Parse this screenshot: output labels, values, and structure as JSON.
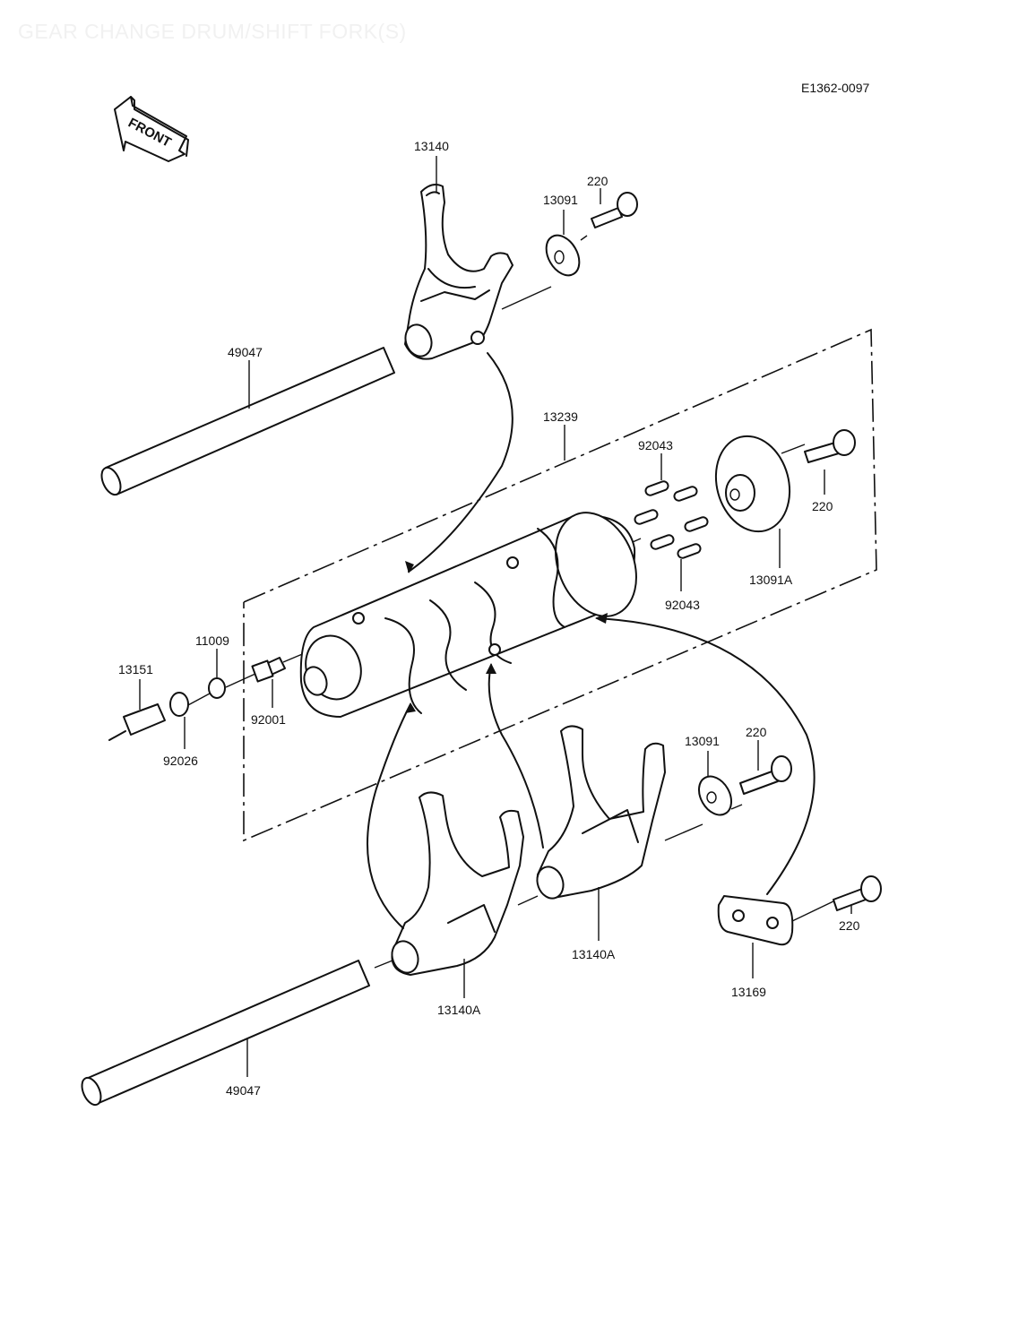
{
  "title": "GEAR CHANGE DRUM/SHIFT FORK(S)",
  "drawing_number": "E1362-0097",
  "front_arrow": "FRONT",
  "callouts": {
    "fork_top": "13140",
    "washer_top": "13091",
    "bolt_top": "220",
    "shaft_top": "49047",
    "drum": "13239",
    "pins_upper": "92043",
    "pins_lower": "92043",
    "bolt_drum": "220",
    "cam_plate": "13091A",
    "washer_11009": "11009",
    "switch": "13151",
    "washer_92026": "92026",
    "plug_92001": "92001",
    "washer_bottom": "13091",
    "bolt_bottom": "220",
    "fork_bottom_right": "13140A",
    "fork_bottom_left": "13140A",
    "holder_13169": "13169",
    "bolt_holder": "220",
    "shaft_bottom": "49047"
  }
}
